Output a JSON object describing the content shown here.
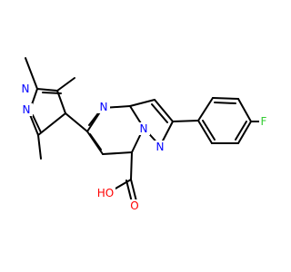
{
  "diagram": {
    "type": "chemical-structure",
    "atom_labels": {
      "n_pyrazole_methyl": "N",
      "n_pyrazole": "N",
      "n_pyrimidine": "N",
      "n_bridge": "N",
      "n_pyrazolo": "N",
      "fluorine": "F",
      "hydroxyl": "HO",
      "carbonyl_oxygen": "O"
    },
    "colors": {
      "bond": "#000000",
      "nitrogen": "#0000ff",
      "oxygen": "#ff0000",
      "fluorine": "#33cc33",
      "carbon_label": "#000000"
    }
  }
}
